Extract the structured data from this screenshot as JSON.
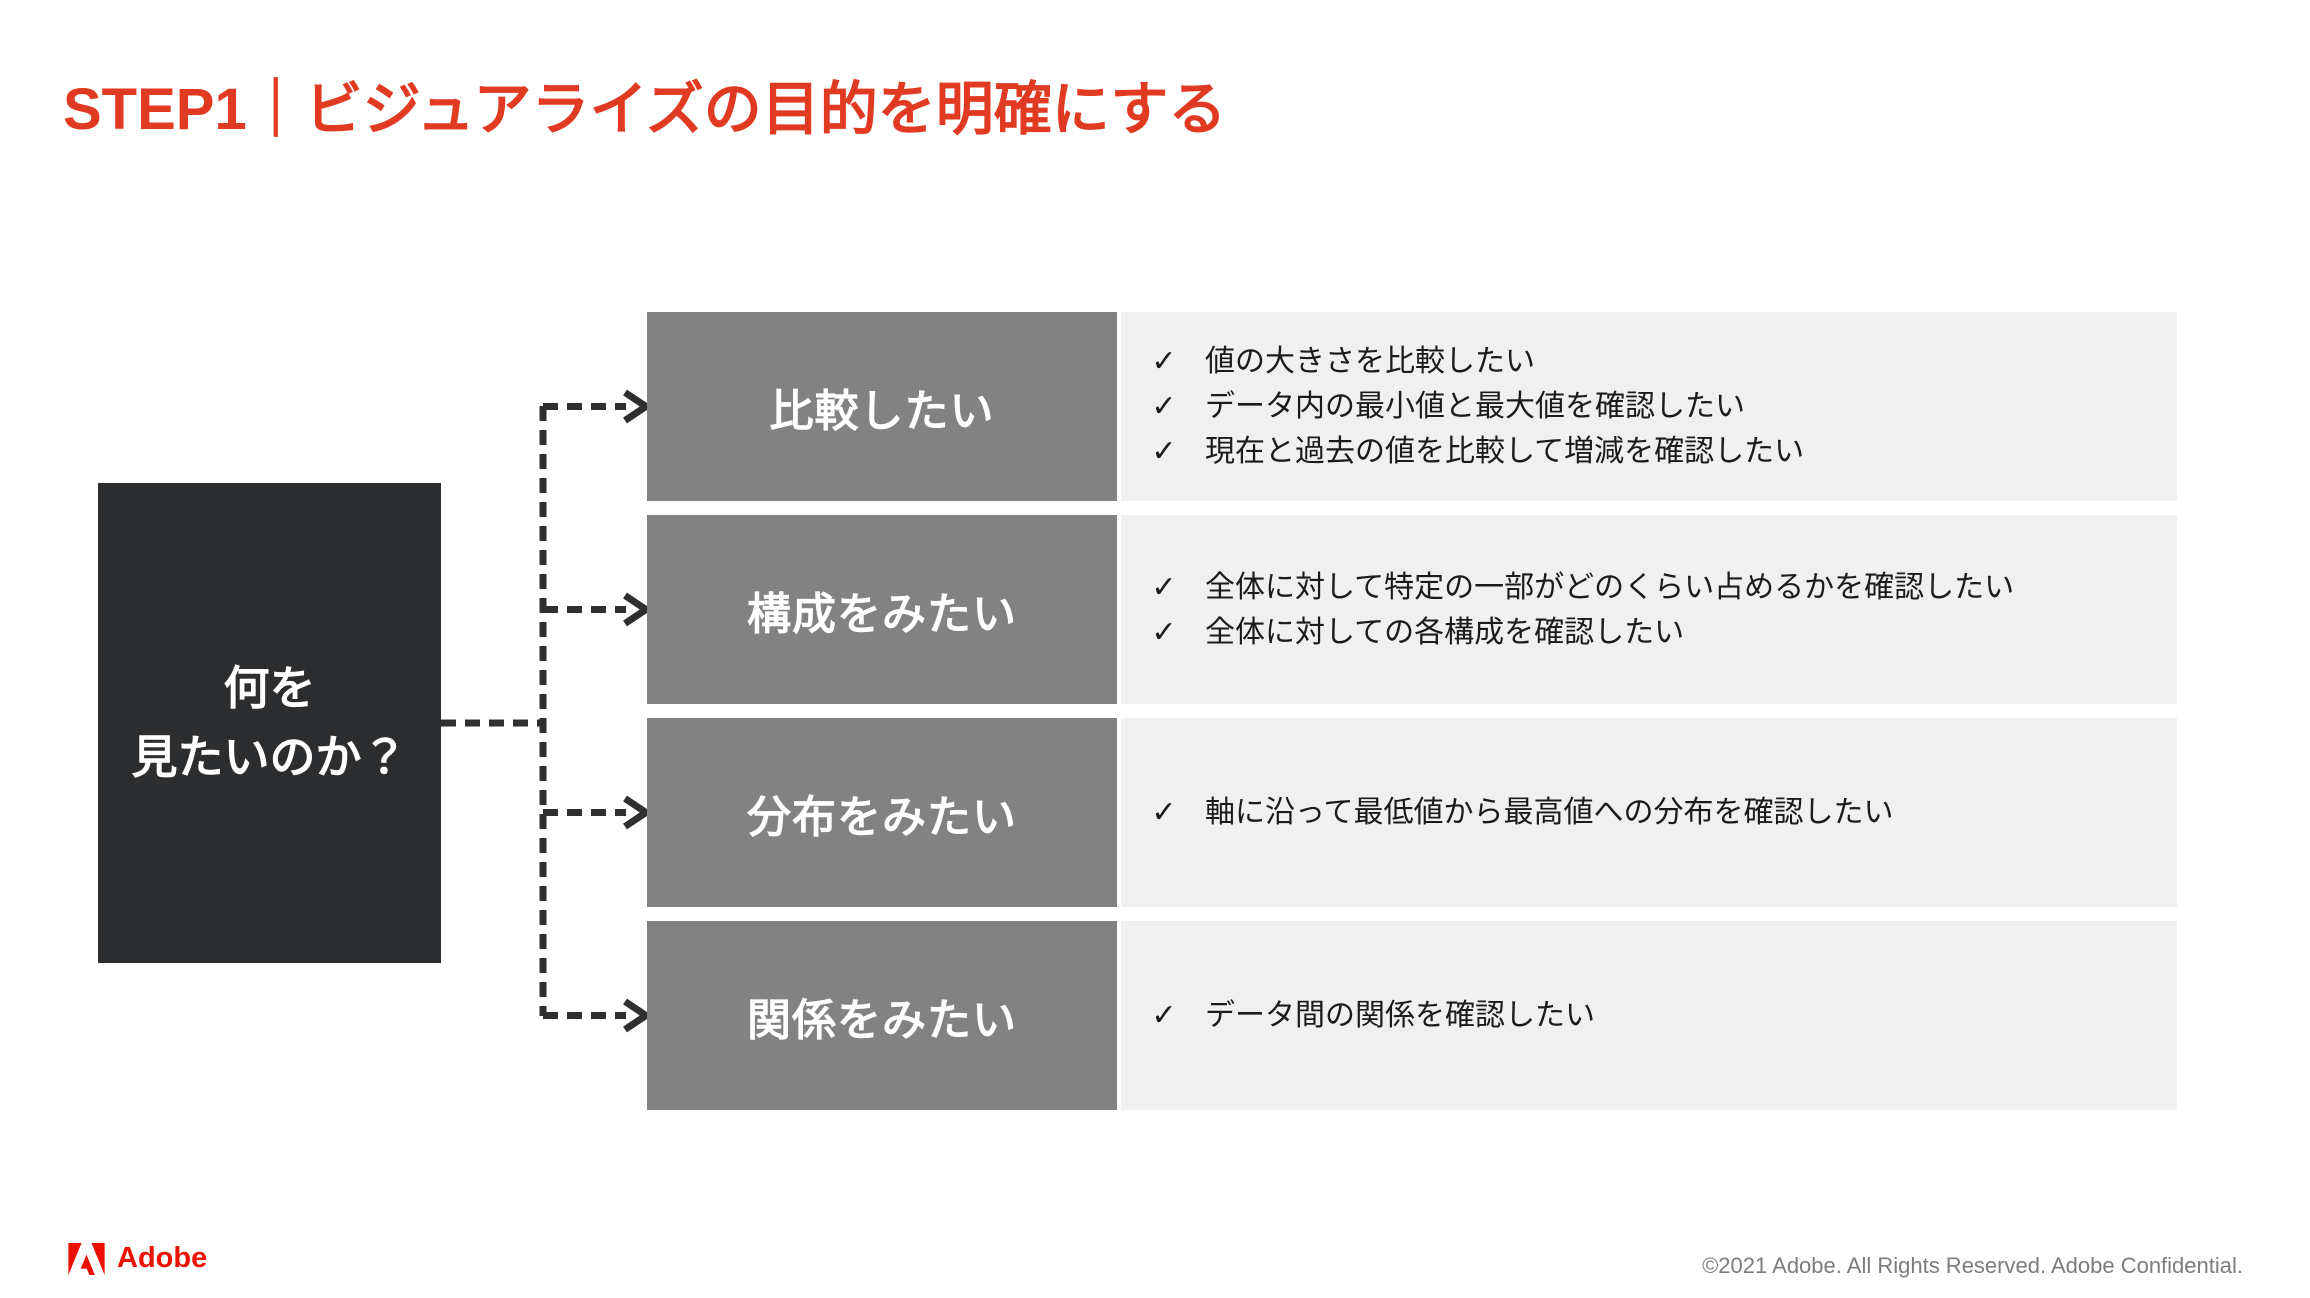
{
  "title": "STEP1｜ビジュアライズの目的を明確にする",
  "question_box": {
    "lines": [
      "何を",
      "見たいのか？"
    ]
  },
  "categories": [
    {
      "label": "比較したい",
      "items": [
        "値の大きさを比較したい",
        "データ内の最小値と最大値を確認したい",
        "現在と過去の値を比較して増減を確認したい"
      ]
    },
    {
      "label": "構成をみたい",
      "items": [
        "全体に対して特定の一部がどのくらい占めるかを確認したい",
        "全体に対しての各構成を確認したい"
      ]
    },
    {
      "label": "分布をみたい",
      "items": [
        "軸に沿って最低値から最高値への分布を確認したい"
      ]
    },
    {
      "label": "関係をみたい",
      "items": [
        "データ間の関係を確認したい"
      ]
    }
  ],
  "icons": {
    "check": "✓"
  },
  "footer": {
    "brand": "Adobe",
    "copyright": "©2021 Adobe. All Rights Reserved. Adobe Confidential."
  },
  "colors": {
    "accent_red": "#E13A22",
    "logo_red": "#EB1000",
    "dark_box": "#2C2D2E",
    "category_gray": "#828282",
    "panel_gray": "#F0F0F1",
    "text_dark": "#1B1B1B",
    "connector": "#2F2F2F",
    "footer_text": "#7C7C7C"
  }
}
